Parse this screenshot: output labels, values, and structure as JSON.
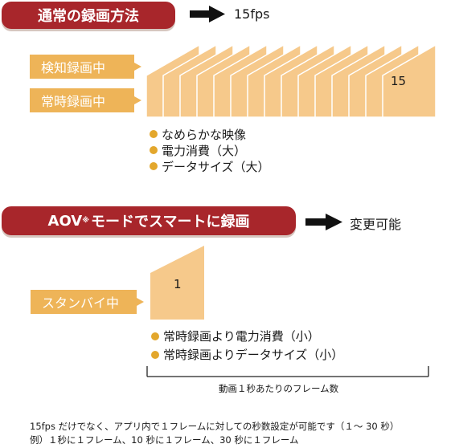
{
  "normal_recording": {
    "title": "通常の録画方法",
    "arrow_text": "15fps",
    "labels": [
      "検知録画中",
      "常時録画中"
    ],
    "frame_count": "15",
    "bullets": [
      "なめらかな映像",
      "電力消費（大）",
      "データサイズ（大）"
    ]
  },
  "aov_recording": {
    "title_main": "AOV",
    "title_mark": "※",
    "title_rest": "モードでスマートに録画",
    "arrow_text": "変更可能",
    "label": "スタンバイ中",
    "frame_count": "1",
    "bullets": [
      "常時録画より電力消費（小）",
      "常時録画よりデータサイズ（小）"
    ],
    "bracket_caption": "動画１秒あたりのフレーム数"
  },
  "footnote": {
    "line1": "15fps だけでなく、アプリ内で１フレームに対しての秒数設定が可能です（１～ 30 秒）",
    "line2": "例）１秒に１フレーム、10 秒に１フレーム、30 秒に１フレーム"
  },
  "colors": {
    "title_red": "#a8262b",
    "frame_fill": "#f6c98b",
    "frame_stroke": "#ffffff",
    "label_orange": "#eeb458",
    "bullet_dot": "#e3a72c"
  }
}
